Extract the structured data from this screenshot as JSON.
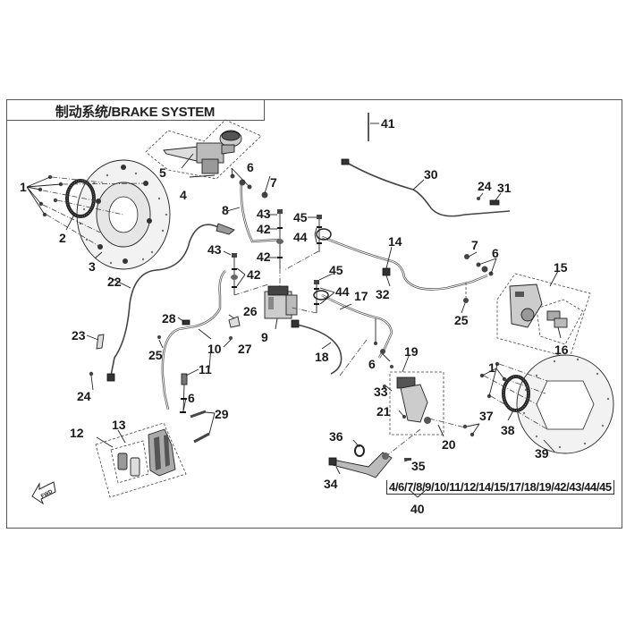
{
  "title": "制动系统/BRAKE SYSTEM",
  "labels": {
    "p1a": "1",
    "p1b": "1",
    "p2": "2",
    "p3": "3",
    "p4": "4",
    "p5": "5",
    "p6a": "6",
    "p6b": "6",
    "p6c": "6",
    "p6d": "6",
    "p7a": "7",
    "p7b": "7",
    "p8": "8",
    "p9": "9",
    "p10": "10",
    "p11": "11",
    "p12": "12",
    "p13": "13",
    "p14": "14",
    "p15": "15",
    "p16": "16",
    "p17": "17",
    "p18": "18",
    "p19": "19",
    "p20": "20",
    "p21": "21",
    "p22": "22",
    "p23": "23",
    "p24a": "24",
    "p24b": "24",
    "p25a": "25",
    "p25b": "25",
    "p26": "26",
    "p27": "27",
    "p28": "28",
    "p29": "29",
    "p30": "30",
    "p31": "31",
    "p32": "32",
    "p33": "33",
    "p34": "34",
    "p35": "35",
    "p36": "36",
    "p37": "37",
    "p38": "38",
    "p39": "39",
    "p40": "40",
    "p41": "41",
    "p42a": "42",
    "p42b": "42",
    "p42c": "42",
    "p43a": "43",
    "p43b": "43",
    "p44a": "44",
    "p44b": "44",
    "p45a": "45",
    "p45b": "45"
  },
  "kit_40_contents": "4/6/7/8/9/10/11/12/14/15/17/18/19/42/43/44/45",
  "fwd_label": "FWD"
}
